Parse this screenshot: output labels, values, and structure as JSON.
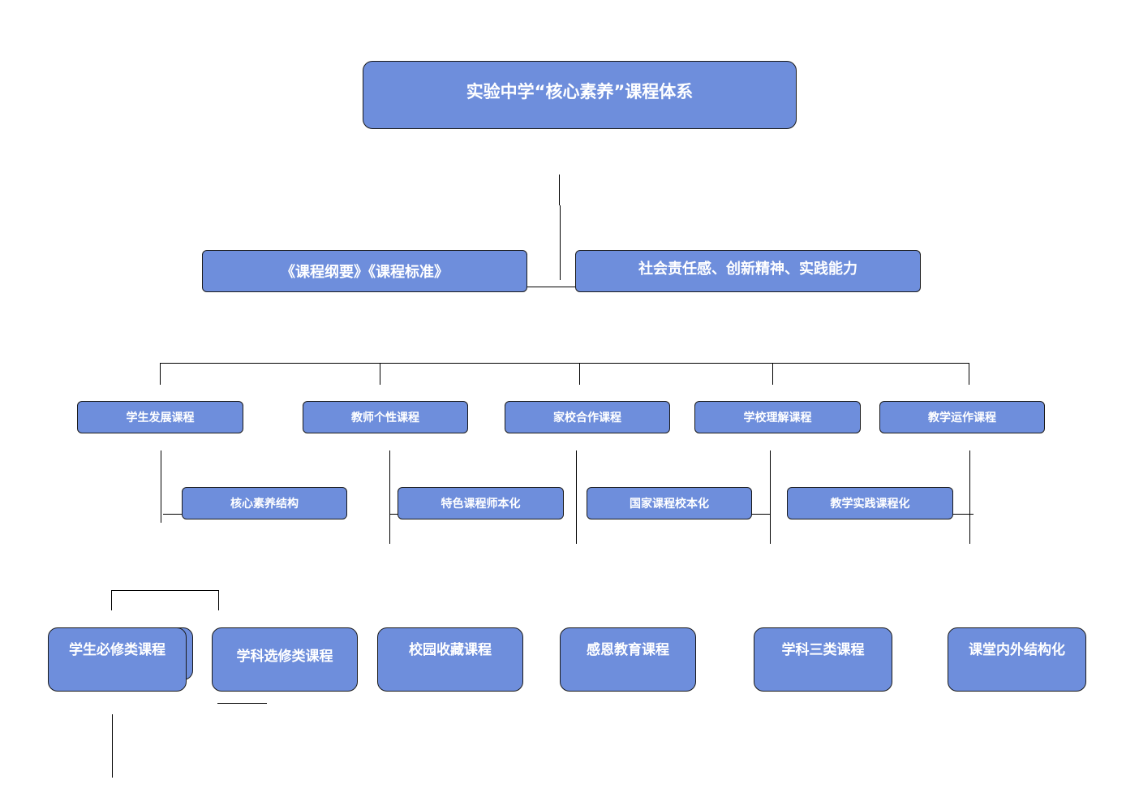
{
  "root": {
    "label": "实验中学“核心素养”课程体系"
  },
  "level2": {
    "left": "《课程纲要》《课程标准》",
    "right": "社会责任感、创新精神、实践能力"
  },
  "level3": [
    "学生发展课程",
    "教师个性课程",
    "家校合作课程",
    "学校理解课程",
    "教学运作课程"
  ],
  "level4": [
    "核心素养结构",
    "特色课程师本化",
    "国家课程校本化",
    "教学实践课程化"
  ],
  "level5": [
    "学生必修类课程",
    "学科选修类课程",
    "校园收藏课程",
    "感恩教育课程",
    "学科三类课程",
    "课堂内外结构化"
  ],
  "colors": {
    "node_fill": "#6e8edc",
    "node_border": "#1a1a1a",
    "connector": "#000000",
    "text": "#ffffff"
  }
}
